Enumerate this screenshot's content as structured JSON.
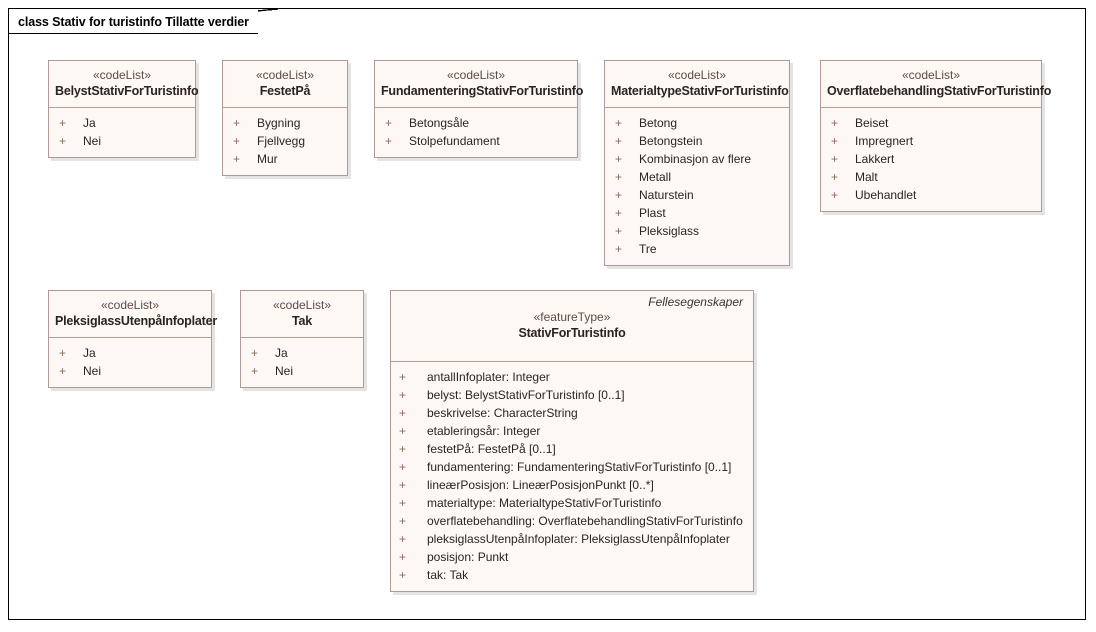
{
  "diagram": {
    "title": "class Stativ for turistinfo Tillatte verdier",
    "frame_border_color": "#000000",
    "box_border_color": "#b09a96",
    "box_fill_color": "#fdf7f3",
    "separator_color": "#b89c98",
    "visibility_color": "#8a6a5c",
    "text_color": "#2b2320"
  },
  "classes": [
    {
      "id": "belyst",
      "stereotype": "«codeList»",
      "name": "BelystStativForTuristinfo",
      "attributes": [
        {
          "visibility": "+",
          "text": "Ja"
        },
        {
          "visibility": "+",
          "text": "Nei"
        }
      ]
    },
    {
      "id": "festetpaa",
      "stereotype": "«codeList»",
      "name": "FestetPå",
      "attributes": [
        {
          "visibility": "+",
          "text": "Bygning"
        },
        {
          "visibility": "+",
          "text": "Fjellvegg"
        },
        {
          "visibility": "+",
          "text": "Mur"
        }
      ]
    },
    {
      "id": "fundamentering",
      "stereotype": "«codeList»",
      "name": "FundamenteringStativForTuristinfo",
      "attributes": [
        {
          "visibility": "+",
          "text": "Betongsåle"
        },
        {
          "visibility": "+",
          "text": "Stolpefundament"
        }
      ]
    },
    {
      "id": "materialtype",
      "stereotype": "«codeList»",
      "name": "MaterialtypeStativForTuristinfo",
      "attributes": [
        {
          "visibility": "+",
          "text": "Betong"
        },
        {
          "visibility": "+",
          "text": "Betongstein"
        },
        {
          "visibility": "+",
          "text": "Kombinasjon av flere"
        },
        {
          "visibility": "+",
          "text": "Metall"
        },
        {
          "visibility": "+",
          "text": "Naturstein"
        },
        {
          "visibility": "+",
          "text": "Plast"
        },
        {
          "visibility": "+",
          "text": "Pleksiglass"
        },
        {
          "visibility": "+",
          "text": "Tre"
        }
      ]
    },
    {
      "id": "overflatebehandling",
      "stereotype": "«codeList»",
      "name": "OverflatebehandlingStativForTuristinfo",
      "attributes": [
        {
          "visibility": "+",
          "text": "Beiset"
        },
        {
          "visibility": "+",
          "text": "Impregnert"
        },
        {
          "visibility": "+",
          "text": "Lakkert"
        },
        {
          "visibility": "+",
          "text": "Malt"
        },
        {
          "visibility": "+",
          "text": "Ubehandlet"
        }
      ]
    },
    {
      "id": "pleksiglass",
      "stereotype": "«codeList»",
      "name": "PleksiglassUtenpåInfoplater",
      "attributes": [
        {
          "visibility": "+",
          "text": "Ja"
        },
        {
          "visibility": "+",
          "text": "Nei"
        }
      ]
    },
    {
      "id": "tak",
      "stereotype": "«codeList»",
      "name": "Tak",
      "attributes": [
        {
          "visibility": "+",
          "text": "Ja"
        },
        {
          "visibility": "+",
          "text": "Nei"
        }
      ]
    },
    {
      "id": "stativfortouristinfo",
      "package_tag": "Fellesegenskaper",
      "stereotype": "«featureType»",
      "name": "StativForTuristinfo",
      "attributes": [
        {
          "visibility": "+",
          "text": "antallInfoplater: Integer"
        },
        {
          "visibility": "+",
          "text": "belyst: BelystStativForTuristinfo [0..1]"
        },
        {
          "visibility": "+",
          "text": "beskrivelse: CharacterString"
        },
        {
          "visibility": "+",
          "text": "etableringsår: Integer"
        },
        {
          "visibility": "+",
          "text": "festetPå: FestetPå [0..1]"
        },
        {
          "visibility": "+",
          "text": "fundamentering: FundamenteringStativForTuristinfo [0..1]"
        },
        {
          "visibility": "+",
          "text": "lineærPosisjon: LineærPosisjonPunkt [0..*]"
        },
        {
          "visibility": "+",
          "text": "materialtype: MaterialtypeStativForTuristinfo"
        },
        {
          "visibility": "+",
          "text": "overflatebehandling: OverflatebehandlingStativForTuristinfo"
        },
        {
          "visibility": "+",
          "text": "pleksiglassUtenpåInfoplater: PleksiglassUtenpåInfoplater"
        },
        {
          "visibility": "+",
          "text": "posisjon: Punkt"
        },
        {
          "visibility": "+",
          "text": "tak: Tak"
        }
      ]
    }
  ]
}
